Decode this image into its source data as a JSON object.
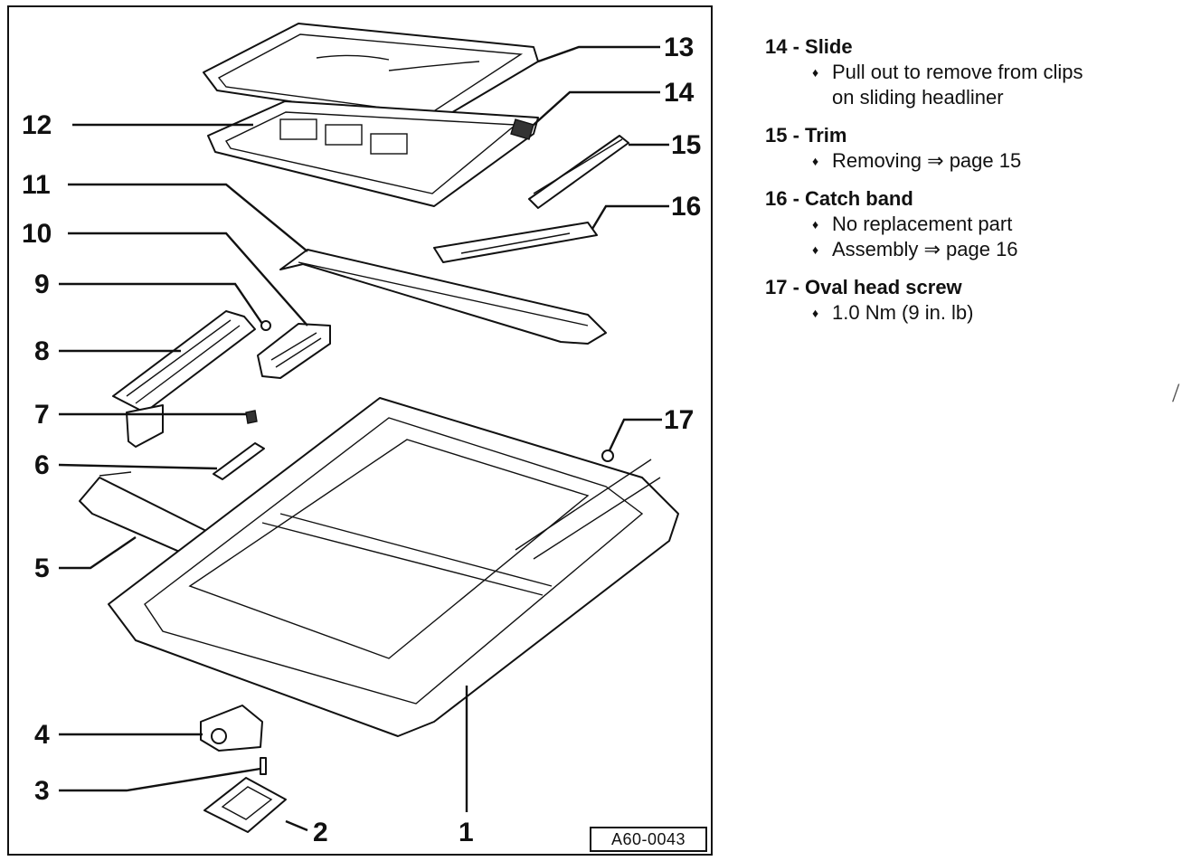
{
  "diagram": {
    "reference_code": "A60-0043",
    "callouts": [
      "1",
      "2",
      "3",
      "4",
      "5",
      "6",
      "7",
      "8",
      "9",
      "10",
      "11",
      "12",
      "13",
      "14",
      "15",
      "16",
      "17"
    ]
  },
  "legend": [
    {
      "number": "14",
      "title": "14 - Slide",
      "bullets": [
        {
          "text": "Pull out to remove from clips",
          "cont": "on sliding headliner"
        }
      ]
    },
    {
      "number": "15",
      "title": "15 - Trim",
      "bullets": [
        {
          "text": "Removing ⇒ page 15",
          "cont": ""
        }
      ]
    },
    {
      "number": "16",
      "title": "16 - Catch band",
      "bullets": [
        {
          "text": "No replacement part",
          "cont": ""
        },
        {
          "text": "Assembly ⇒ page 16",
          "cont": ""
        }
      ]
    },
    {
      "number": "17",
      "title": "17 - Oval head screw",
      "bullets": [
        {
          "text": "1.0 Nm (9 in. lb)",
          "cont": ""
        }
      ]
    }
  ],
  "bullet_glyph": "♦",
  "stray_mark": "/"
}
